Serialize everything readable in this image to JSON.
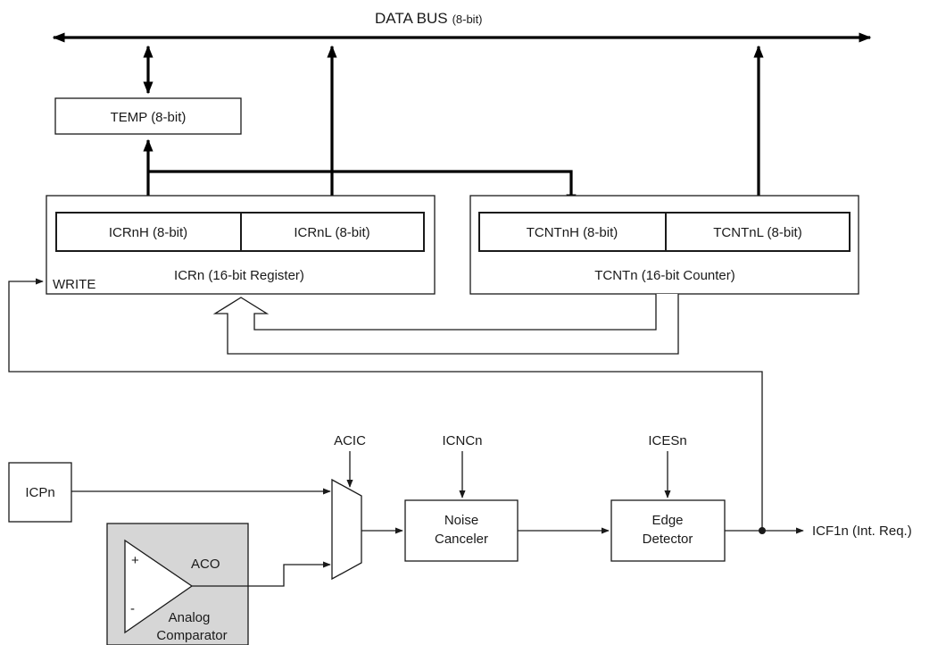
{
  "data_bus": {
    "label": "DATA BUS",
    "width": "(8-bit)"
  },
  "temp": {
    "label": "TEMP (8-bit)"
  },
  "icr": {
    "high": "ICRnH (8-bit)",
    "low": "ICRnL (8-bit)",
    "caption": "ICRn (16-bit Register)",
    "write": "WRITE"
  },
  "tcnt": {
    "high": "TCNTnH (8-bit)",
    "low": "TCNTnL (8-bit)",
    "caption": "TCNTn (16-bit Counter)"
  },
  "inputs": {
    "icp": "ICPn",
    "acic": "ACIC",
    "icnc": "ICNCn",
    "ices": "ICESn"
  },
  "comparator": {
    "plus": "+",
    "minus": "-",
    "output": "ACO",
    "name_line1": "Analog",
    "name_line2": "Comparator"
  },
  "noise_canceler": {
    "line1": "Noise",
    "line2": "Canceler"
  },
  "edge_detector": {
    "line1": "Edge",
    "line2": "Detector"
  },
  "output": {
    "label": "ICF1n (Int. Req.)"
  }
}
